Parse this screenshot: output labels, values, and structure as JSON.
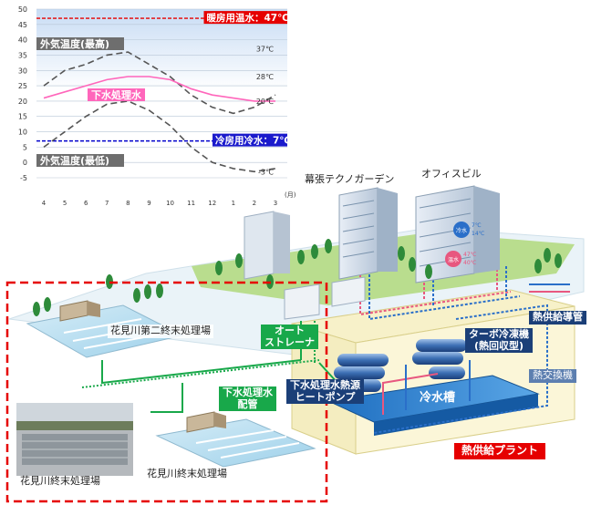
{
  "chart_data": {
    "type": "line",
    "x_categories": [
      "4",
      "5",
      "6",
      "7",
      "8",
      "9",
      "10",
      "11",
      "12",
      "1",
      "2",
      "3"
    ],
    "x_unit": "(月)",
    "y_ticks": [
      -5,
      0,
      5,
      10,
      15,
      20,
      25,
      30,
      35,
      40,
      45,
      50
    ],
    "ylim": [
      -5,
      50
    ],
    "grid": true,
    "series": [
      {
        "name": "外気温度(最高)",
        "style": "dashed",
        "color": "#555555",
        "values": [
          25,
          30,
          32,
          35,
          36,
          32,
          28,
          22,
          18,
          16,
          18,
          22
        ]
      },
      {
        "name": "下水処理水",
        "style": "solid",
        "color": "#ff66bb",
        "values": [
          21,
          23,
          25,
          27,
          28,
          28,
          27,
          24,
          22,
          21,
          20,
          20
        ]
      },
      {
        "name": "外気温度(最低)",
        "style": "dashed",
        "color": "#555555",
        "values": [
          5,
          10,
          15,
          19,
          20,
          17,
          12,
          5,
          0,
          -2,
          -3,
          -2
        ]
      }
    ],
    "reference_lines": [
      {
        "label": "暖房用温水：47℃",
        "value": 47,
        "color": "#e60000",
        "label_bg": "#e60000"
      },
      {
        "label": "冷房用冷水：7℃",
        "value": 7,
        "color": "#0000cc",
        "label_bg": "#1a1acc"
      }
    ],
    "annotations": [
      {
        "text": "37℃",
        "value": 37
      },
      {
        "text": "28℃",
        "value": 28
      },
      {
        "text": "20℃",
        "value": 20
      },
      {
        "text": "-3℃",
        "value": -3
      }
    ]
  },
  "diagram": {
    "buildings": {
      "techno_garden": "幕張テクノガーデン",
      "office_building": "オフィスビル"
    },
    "labels": {
      "plant2": "花見川第二終末処理場",
      "auto_strainer": "オート\nストレーナ",
      "sewage_pipe": "下水処理水\n配管",
      "plant_final": "花見川終末処理場",
      "photo_caption": "花見川終末処理場",
      "heat_pump": "下水処理水熱源\nヒートポンプ",
      "turbo": "ターボ冷凍機\n(熱回収型)",
      "chilled_tank": "冷水槽",
      "heat_conduit": "熱供給導管",
      "heat_exchanger": "熱交換機",
      "heat_plant": "熱供給プラント"
    },
    "office_badges": {
      "cold": "冷水",
      "cold_temp": "7℃",
      "hot": "温水",
      "hot_temp": "47℃",
      "hot_temp2": "40℃",
      "cold_temp2": "14℃"
    },
    "colors": {
      "hot_line": "#e8577f",
      "cold_line": "#2a6fc9",
      "sewage_line": "#18a84a",
      "boundary": "#e60000"
    }
  }
}
